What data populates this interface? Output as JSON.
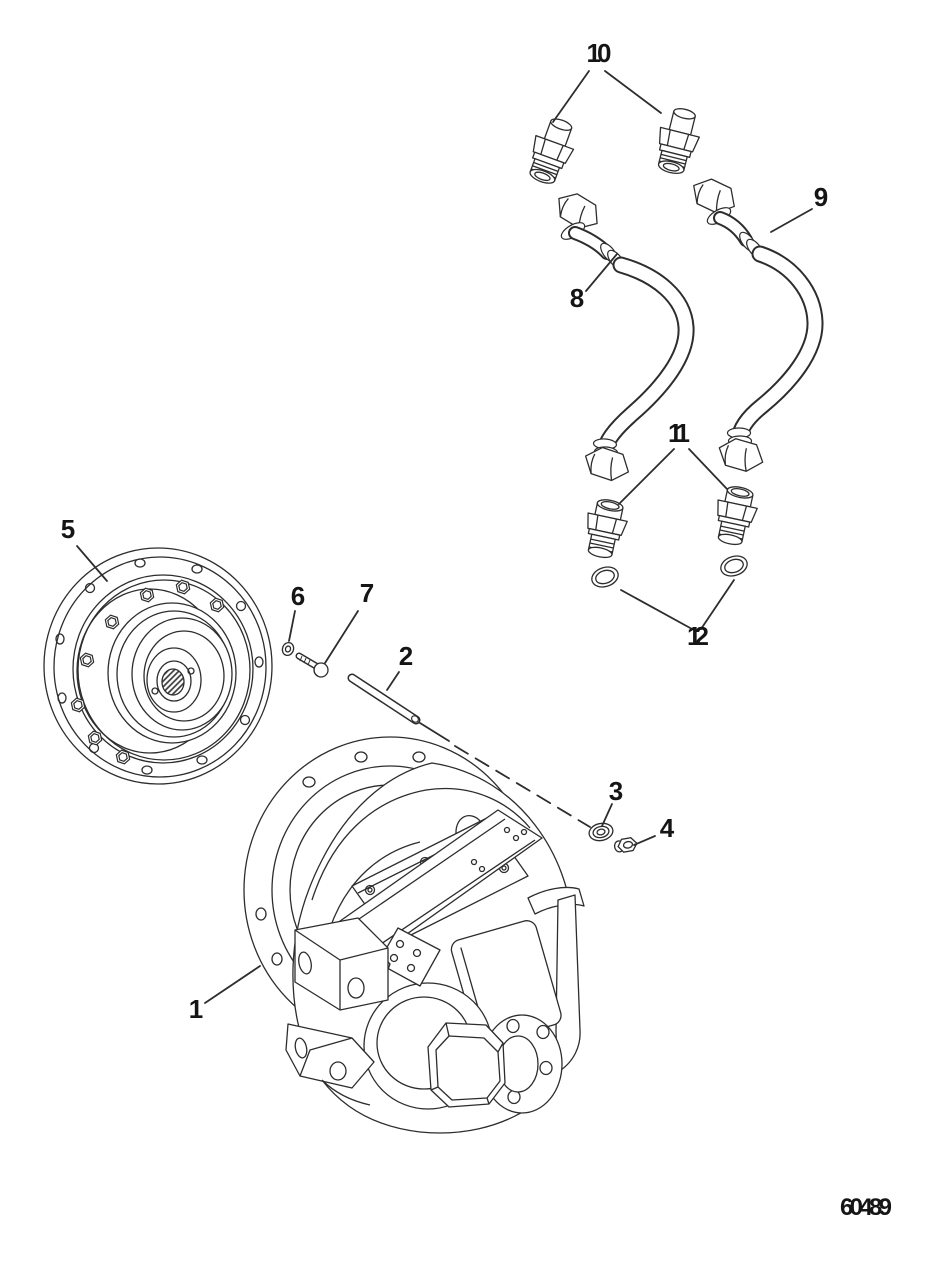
{
  "page": {
    "background": "#ffffff",
    "line_color": "#2d2d2d",
    "label_color": "#151515"
  },
  "drawing_number": "60489",
  "callouts": [
    {
      "number": "1"
    },
    {
      "number": "2"
    },
    {
      "number": "3"
    },
    {
      "number": "4"
    },
    {
      "number": "5"
    },
    {
      "number": "6"
    },
    {
      "number": "7"
    },
    {
      "number": "8"
    },
    {
      "number": "9"
    },
    {
      "number": "10"
    },
    {
      "number": "11"
    },
    {
      "number": "12"
    }
  ]
}
